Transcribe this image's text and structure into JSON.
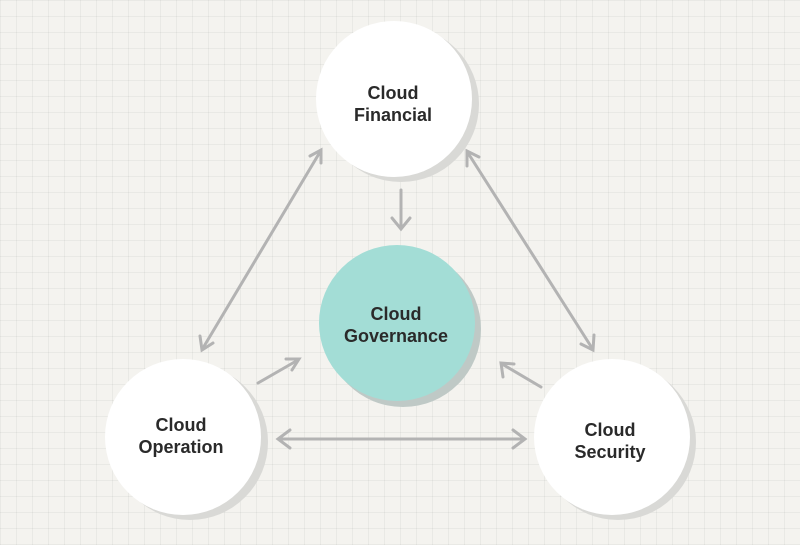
{
  "nodes": {
    "financial": {
      "line1": "Cloud",
      "line2": "Financial"
    },
    "governance": {
      "line1": "Cloud",
      "line2": "Governance"
    },
    "operation": {
      "line1": "Cloud",
      "line2": "Operation"
    },
    "security": {
      "line1": "Cloud",
      "line2": "Security"
    }
  },
  "colors": {
    "governance_fill": "#a3ddd6",
    "governance_shadow": "#bfc9c6",
    "node_fill": "#ffffff",
    "node_shadow": "#d9d9d6",
    "arrow": "#b3b3b3",
    "text": "#2a2a2a"
  }
}
